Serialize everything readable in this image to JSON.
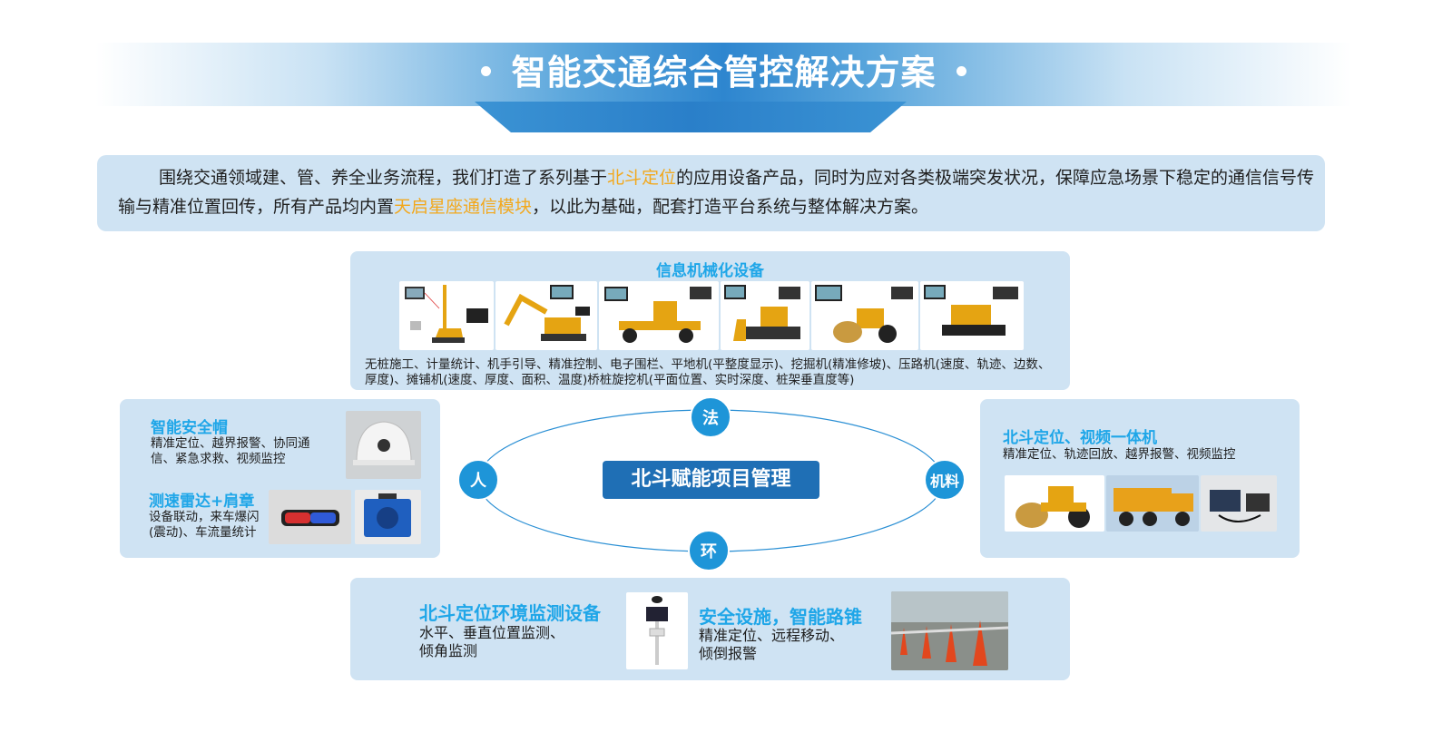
{
  "title": "智能交通综合管控解决方案",
  "intro": {
    "part1": "围绕交通领域建、管、养全业务流程，我们打造了系列基于",
    "highlight1": "北斗定位",
    "part2": "的应用设备产品，同时为应对各类极端突发状况，保障应急场景下稳定的通信信号传输与精准位置回传，所有产品均内置",
    "highlight2": "天启星座通信模块",
    "part3": "，以此为基础，配套打造平台系统与整体解决方案。"
  },
  "center": {
    "label": "北斗赋能项目管理",
    "nodes": {
      "top": "法",
      "left": "人",
      "right": "机料",
      "bottom": "环"
    }
  },
  "top_panel": {
    "title": "信息机械化设备",
    "desc": "无桩施工、计量统计、机手引导、精准控制、电子围栏、平地机(平整度显示)、挖掘机(精准修坡)、压路机(速度、轨迹、边数、厚度)、摊铺机(速度、厚度、面积、温度)桥桩旋挖机(平面位置、实时深度、桩架垂直度等)"
  },
  "left_panel": {
    "helmet_title": "智能安全帽",
    "helmet_desc": "精准定位、越界报警、协同通信、紧急求救、视频监控",
    "radar_title": "测速雷达+肩章",
    "radar_desc": "设备联动，来车爆闪(震动)、车流量统计"
  },
  "right_panel": {
    "title": "北斗定位、视频一体机",
    "desc": "精准定位、轨迹回放、越界报警、视频监控"
  },
  "bottom_panel": {
    "env_title": "北斗定位环境监测设备",
    "env_desc": "水平、垂直位置监测、倾角监测",
    "cone_title": "安全设施，智能路锥",
    "cone_desc": "精准定位、远程移动、倾倒报警"
  },
  "colors": {
    "accent_blue": "#1fa6e8",
    "node_blue": "#1e95d8",
    "highlight": "#f2a81d",
    "panel": "#cfe3f3",
    "center_box": "#1f6fb5"
  }
}
